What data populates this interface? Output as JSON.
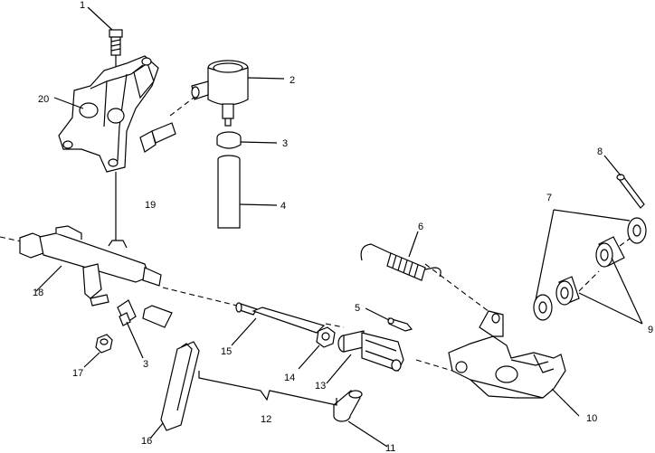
{
  "callouts": [
    {
      "id": "c1",
      "text": "1"
    },
    {
      "id": "c2",
      "text": "2"
    },
    {
      "id": "c3a",
      "text": "3"
    },
    {
      "id": "c4",
      "text": "4"
    },
    {
      "id": "c5",
      "text": "5"
    },
    {
      "id": "c6",
      "text": "6"
    },
    {
      "id": "c7",
      "text": "7"
    },
    {
      "id": "c8",
      "text": "8"
    },
    {
      "id": "c9",
      "text": "9"
    },
    {
      "id": "c10",
      "text": "10"
    },
    {
      "id": "c11",
      "text": "11"
    },
    {
      "id": "c12",
      "text": "12"
    },
    {
      "id": "c13",
      "text": "13"
    },
    {
      "id": "c14",
      "text": "14"
    },
    {
      "id": "c15",
      "text": "15"
    },
    {
      "id": "c16",
      "text": "16"
    },
    {
      "id": "c17",
      "text": "17"
    },
    {
      "id": "c18",
      "text": "18"
    },
    {
      "id": "c19",
      "text": "19"
    },
    {
      "id": "c20",
      "text": "20"
    },
    {
      "id": "c3b",
      "text": "3"
    }
  ]
}
